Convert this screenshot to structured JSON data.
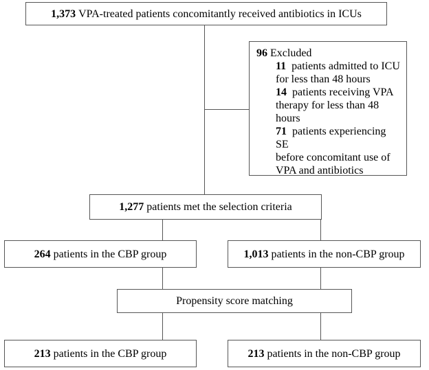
{
  "top": {
    "num": "1,373",
    "text": "VPA-treated patients concomitantly received antibiotics in ICUs"
  },
  "excluded": {
    "num": "96",
    "text": "Excluded",
    "items": [
      {
        "num": "11",
        "lines": [
          "patients admitted to ICU",
          "for less than 48 hours"
        ]
      },
      {
        "num": "14",
        "lines": [
          "patients receiving VPA",
          "therapy for less than 48",
          "hours"
        ]
      },
      {
        "num": "71",
        "lines": [
          "patients experiencing SE",
          "before concomitant use of",
          "VPA and antibiotics"
        ]
      }
    ]
  },
  "selected": {
    "num": "1,277",
    "text": "patients met the selection criteria"
  },
  "cbp_group": {
    "num": "264",
    "text": "patients in the CBP group"
  },
  "noncbp_group": {
    "num": "1,013",
    "text": "patients in the non-CBP group"
  },
  "psm": {
    "text": "Propensity score matching"
  },
  "cbp_matched": {
    "num": "213",
    "text": "patients in the CBP group"
  },
  "noncbp_matched": {
    "num": "213",
    "text": "patients in the non-CBP group"
  }
}
